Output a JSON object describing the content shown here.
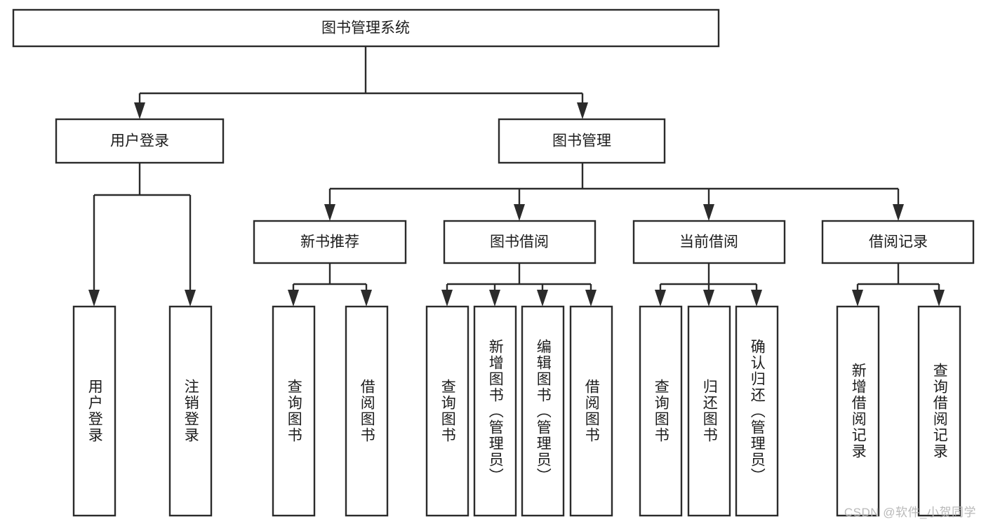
{
  "diagram": {
    "type": "tree",
    "title": "图书管理系统",
    "watermark": "CSDN @软件_小贺同学",
    "root": {
      "id": "root",
      "label": "图书管理系统"
    },
    "level2": [
      {
        "id": "user-login",
        "label": "用户登录"
      },
      {
        "id": "book-manage",
        "label": "图书管理"
      }
    ],
    "level3": [
      {
        "id": "new-book-recommend",
        "label": "新书推荐",
        "parent": "book-manage"
      },
      {
        "id": "book-borrow",
        "label": "图书借阅",
        "parent": "book-manage"
      },
      {
        "id": "current-borrow",
        "label": "当前借阅",
        "parent": "book-manage"
      },
      {
        "id": "borrow-record",
        "label": "借阅记录",
        "parent": "book-manage"
      }
    ],
    "leaves": {
      "user-login": [
        {
          "id": "leaf-user-login",
          "label": "用户登录"
        },
        {
          "id": "leaf-user-logout",
          "label": "注销登录"
        }
      ],
      "new-book-recommend": [
        {
          "id": "leaf-query-book-1",
          "label": "查询图书"
        },
        {
          "id": "leaf-borrow-book-1",
          "label": "借阅图书"
        }
      ],
      "book-borrow": [
        {
          "id": "leaf-query-book-2",
          "label": "查询图书"
        },
        {
          "id": "leaf-add-book",
          "label": "新增图书（管理员）"
        },
        {
          "id": "leaf-edit-book",
          "label": "编辑图书（管理员）"
        },
        {
          "id": "leaf-borrow-book-2",
          "label": "借阅图书"
        }
      ],
      "current-borrow": [
        {
          "id": "leaf-query-book-3",
          "label": "查询图书"
        },
        {
          "id": "leaf-return-book",
          "label": "归还图书"
        },
        {
          "id": "leaf-confirm-return",
          "label": "确认归还（管理员）"
        }
      ],
      "borrow-record": [
        {
          "id": "leaf-add-record",
          "label": "新增借阅记录"
        },
        {
          "id": "leaf-query-record",
          "label": "查询借阅记录"
        }
      ]
    },
    "colors": {
      "stroke": "#2b2b2b",
      "fill": "#ffffff",
      "text": "#1c1c1c",
      "watermark": "#b9b9b9"
    }
  }
}
